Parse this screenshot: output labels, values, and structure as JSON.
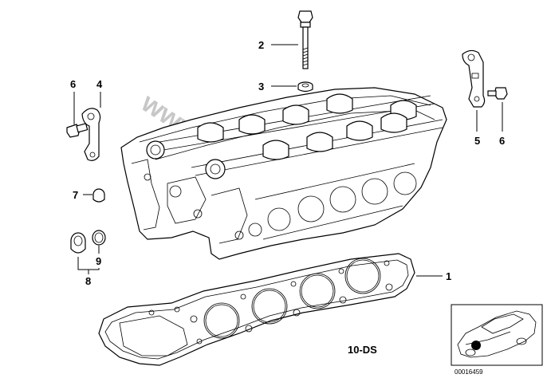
{
  "callouts": {
    "c1": "1",
    "c2": "2",
    "c3": "3",
    "c4": "4",
    "c5": "5",
    "c6_left": "6",
    "c6_right": "6",
    "c7": "7",
    "c8": "8",
    "c9": "9"
  },
  "group_code": "10-DS",
  "reference_number": "00016459",
  "watermark": "www.bmwstore.pl"
}
